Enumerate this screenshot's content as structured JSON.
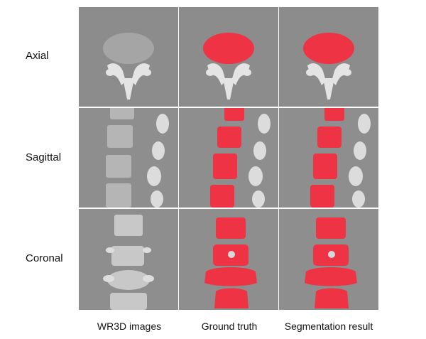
{
  "rows": [
    "Axial",
    "Sagittal",
    "Coronal"
  ],
  "columns": [
    "WR3D images",
    "Ground truth",
    "Segmentation result"
  ],
  "colors": {
    "ct_background": "#8e8e8e",
    "bone": "#e6e6e6",
    "segmentation": "#ee3344"
  }
}
